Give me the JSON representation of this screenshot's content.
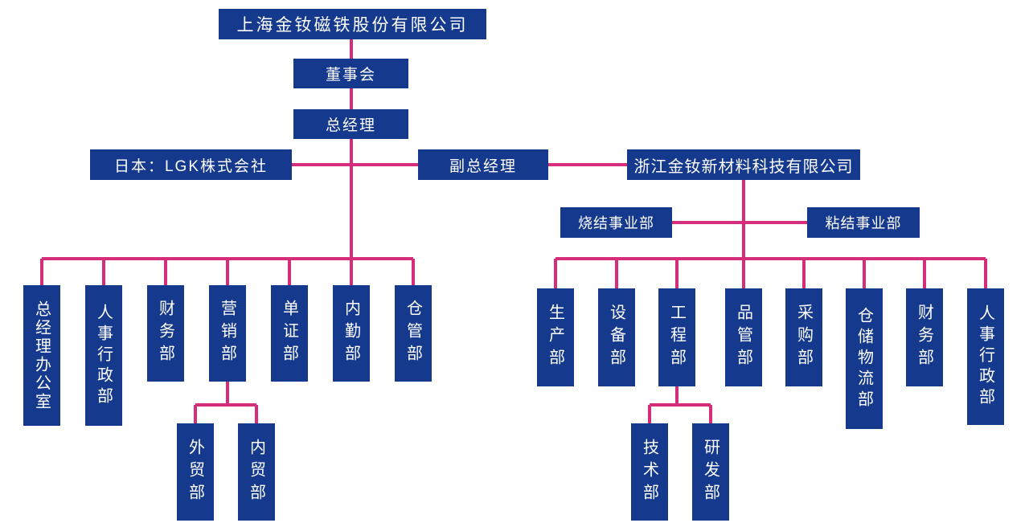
{
  "org_chart": {
    "root_company": "上海金钕磁铁股份有限公司",
    "board": "董事会",
    "general_manager": "总经理",
    "japan_partner": "日本：LGK株式会社",
    "deputy_general_manager": "副总经理",
    "zhejiang_subsidiary": "浙江金钕新材料科技有限公司",
    "divisions": {
      "sintering": "烧结事业部",
      "bonded": "粘结事业部"
    },
    "hq_departments": [
      "总经理办公室",
      "人事行政部",
      "财务部",
      "营销部",
      "单证部",
      "内勤部",
      "仓管部"
    ],
    "marketing_sub_departments": [
      "外贸部",
      "内贸部"
    ],
    "subsidiary_departments": [
      "生产部",
      "设备部",
      "工程部",
      "品管部",
      "采购部",
      "仓储物流部",
      "财务部",
      "人事行政部"
    ],
    "engineering_sub_departments": [
      "技术部",
      "研发部"
    ],
    "colors": {
      "box_blue": "#15398c",
      "line_pink": "#d62d7b",
      "text_white": "#ffffff"
    }
  }
}
